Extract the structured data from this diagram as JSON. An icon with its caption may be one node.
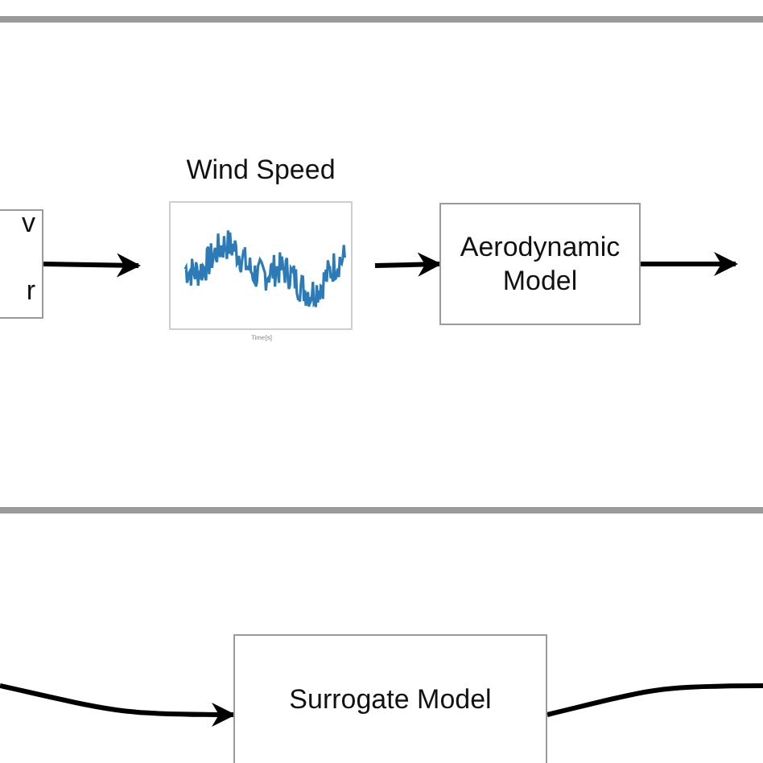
{
  "diagram": {
    "nodes": [
      {
        "text": [
          "v",
          "r"
        ]
      },
      {
        "text": [
          "Wind Speed"
        ]
      },
      {
        "text": [
          "Aerodynamic Model"
        ]
      },
      {
        "text": [
          "Surrogate Model"
        ]
      }
    ],
    "edges": [
      {
        "from": 0,
        "to": 1,
        "arrow": "to"
      },
      {
        "from": 1,
        "to": 2,
        "arrow": "to"
      },
      {
        "from": 2,
        "to": null,
        "arrow": "to"
      },
      {
        "from": null,
        "to": 3,
        "arrow": "to"
      },
      {
        "from": 3,
        "to": null,
        "arrow": "none"
      }
    ],
    "labels": [
      "Time[s]"
    ]
  }
}
